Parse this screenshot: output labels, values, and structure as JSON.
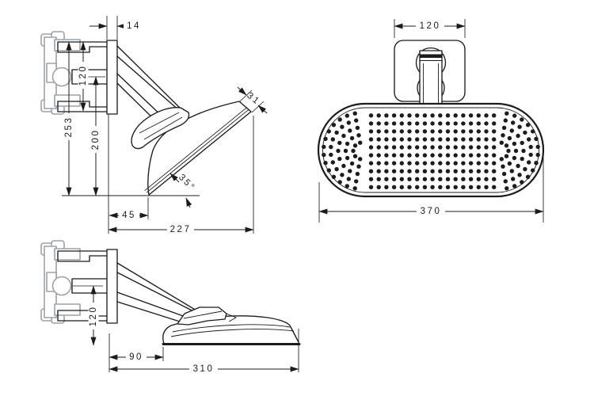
{
  "drawing": {
    "views": {
      "side_angled": {
        "dims": {
          "plate_thickness": "14",
          "bracket_span": "120",
          "overall_height": "253",
          "height_to_inlet": "200",
          "wall_to_tip": "45",
          "wall_to_head_corner": "227",
          "head_rim": "31",
          "spray_angle": "35°"
        }
      },
      "front": {
        "dims": {
          "escutcheon_width": "120",
          "head_width": "370"
        }
      },
      "side_horizontal": {
        "dims": {
          "inlet_to_bottom": "120",
          "wall_to_head": "90",
          "overall_reach": "310"
        }
      }
    },
    "colors": {
      "line": "#1c1c1c",
      "concealed_part": "#9aa2a6",
      "background": "#ffffff"
    }
  }
}
